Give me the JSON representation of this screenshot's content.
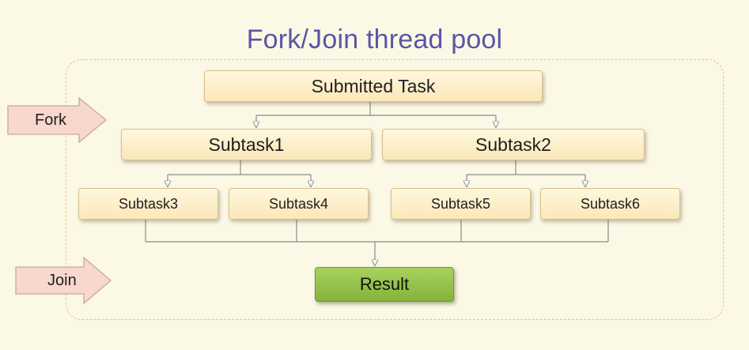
{
  "title": "Fork/Join thread pool",
  "side_labels": {
    "fork": "Fork",
    "join": "Join"
  },
  "tasks": {
    "submitted": "Submitted Task",
    "subtask1": "Subtask1",
    "subtask2": "Subtask2",
    "subtask3": "Subtask3",
    "subtask4": "Subtask4",
    "subtask5": "Subtask5",
    "subtask6": "Subtask6",
    "result": "Result"
  },
  "colors": {
    "background": "#fbf8e5",
    "title": "#5b55a7",
    "task_fill": "#fbe7b9",
    "result_fill": "#8fbe45",
    "side_arrow_fill": "#f8d7cf",
    "connector": "#8a8a8a"
  }
}
